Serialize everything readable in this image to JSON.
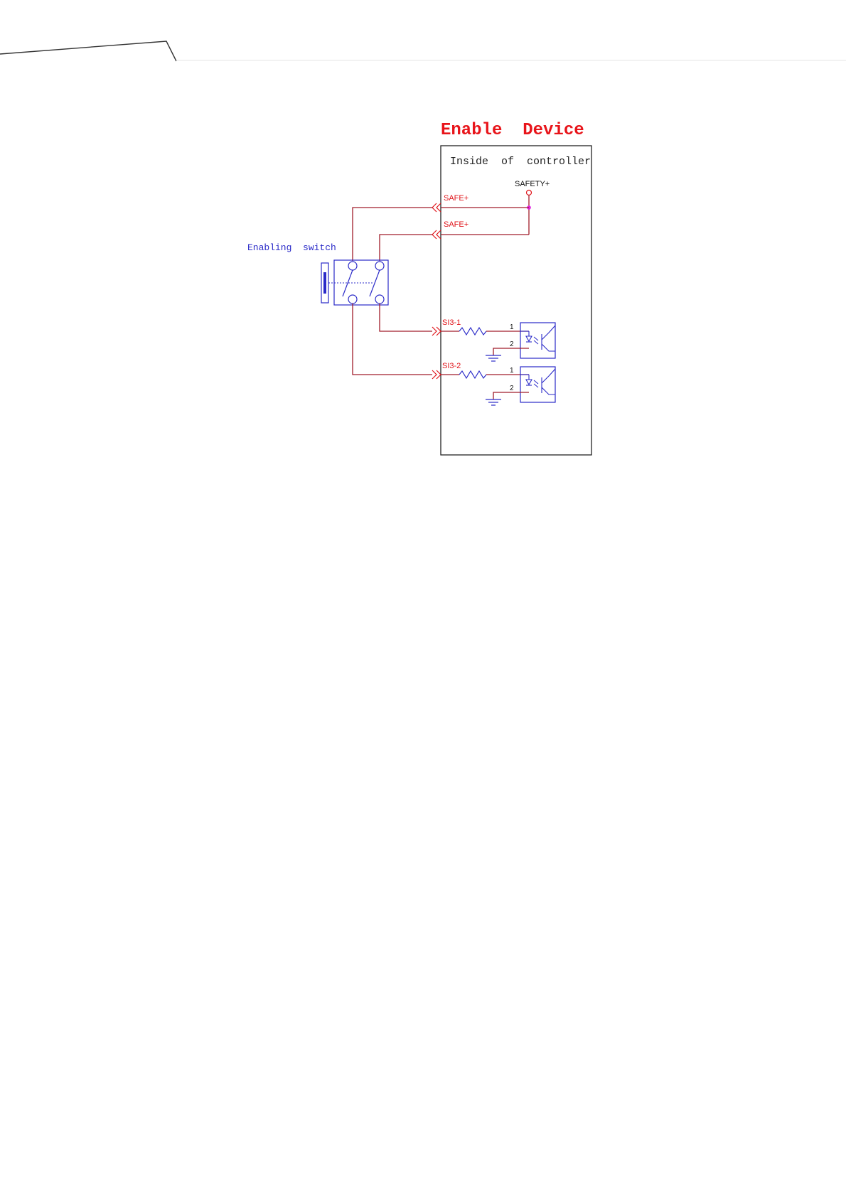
{
  "diagram": {
    "title": "Enable  Device",
    "controller_label": "Inside  of  controller",
    "switch_label": "Enabling  switch",
    "nodes": {
      "safety_plus": "SAFETY+",
      "safe_plus_1": "SAFE+",
      "safe_plus_2": "SAFE+",
      "si3_1": "SI3-1",
      "si3_2": "SI3-2"
    },
    "optocoupler_1": {
      "pin_1": "1",
      "pin_2": "2"
    },
    "optocoupler_2": {
      "pin_1": "1",
      "pin_2": "2"
    }
  },
  "colors": {
    "title": "#e8141a",
    "wire": "#a01c2a",
    "net_label": "#e0141a",
    "component": "#2a2ac8",
    "junction": "#e020e0",
    "frame": "#222222",
    "tab_outline": "#333333",
    "header_rule": "#e6e6e6"
  }
}
